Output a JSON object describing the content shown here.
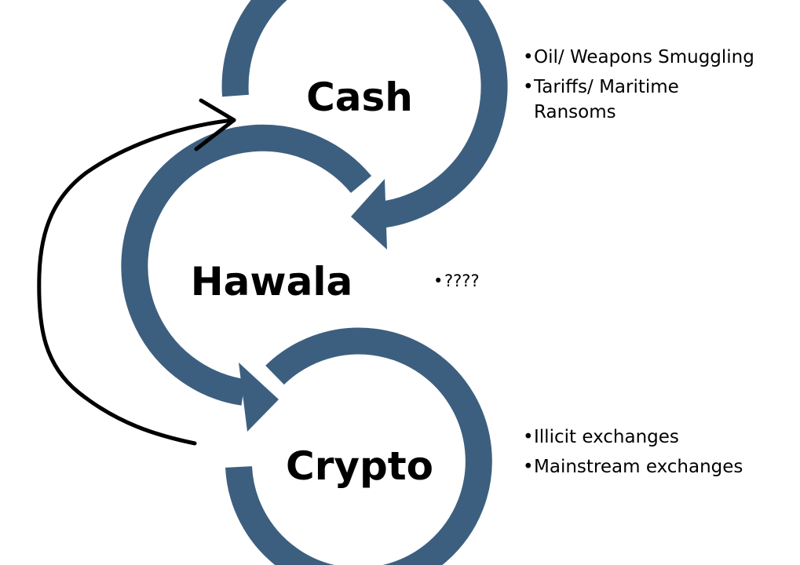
{
  "colors": {
    "ring": "#3d5f7f",
    "hand_arrow": "#000000",
    "text": "#000000",
    "background": "#ffffff"
  },
  "nodes": [
    {
      "id": "cash",
      "label": "Cash",
      "notes": [
        "Oil/ Weapons Smuggling",
        "Tariffs/ Maritime Ransoms"
      ]
    },
    {
      "id": "hawala",
      "label": "Hawala",
      "notes": [
        "????"
      ]
    },
    {
      "id": "crypto",
      "label": "Crypto",
      "notes": [
        "Illicit exchanges",
        "Mainstream exchanges"
      ]
    }
  ],
  "flows": [
    {
      "from": "Cash",
      "to": "Hawala"
    },
    {
      "from": "Hawala",
      "to": "Crypto"
    },
    {
      "from": "Crypto",
      "to": "Cash"
    }
  ]
}
